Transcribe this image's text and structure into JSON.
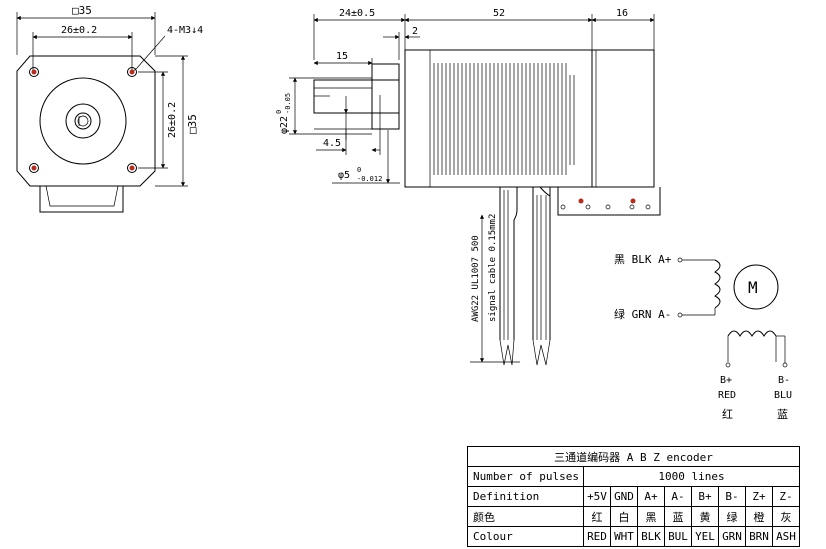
{
  "front_view": {
    "square_label": "□35",
    "hole_spacing_label": "26±0.2",
    "screw_label": "4-M3↓4",
    "vertical_spacing_label": "26±0.2",
    "vertical_square_label": "□35"
  },
  "side_view": {
    "dim_24": "24±0.5",
    "dim_52": "52",
    "dim_16": "16",
    "dim_2": "2",
    "dim_15": "15",
    "dim_4_5": "4.5",
    "boss_dia_main": "φ22",
    "boss_dia_tol": "-0.05",
    "boss_dia_tol_top": "0",
    "shaft_dia_main": "φ5",
    "shaft_dia_tol_top": "0",
    "shaft_dia_tol": "-0.012",
    "cable_label_1": "AWG22 UL1007 500",
    "cable_label_2": "signal cable 0.15mm2"
  },
  "wiring": {
    "a_plus": "黑 BLK A+",
    "a_minus": "绿 GRN A-",
    "motor": "M",
    "b_plus": "B+",
    "b_plus_color": "RED",
    "b_plus_cn": "红",
    "b_minus": "B-",
    "b_minus_color": "BLU",
    "b_minus_cn": "蓝"
  },
  "table": {
    "title": "三通道编码器 A B Z encoder",
    "pulses_label": "Number of pulses",
    "pulses_value": "1000 lines",
    "definition_label": "Definition",
    "definition": [
      "+5V",
      "GND",
      "A+",
      "A-",
      "B+",
      "B-",
      "Z+",
      "Z-"
    ],
    "color_cn_label": "颜色",
    "color_cn": [
      "红",
      "白",
      "黑",
      "蓝",
      "黄",
      "绿",
      "橙",
      "灰"
    ],
    "colour_label": "Colour",
    "colour": [
      "RED",
      "WHT",
      "BLK",
      "BUL",
      "YEL",
      "GRN",
      "BRN",
      "ASH"
    ]
  }
}
